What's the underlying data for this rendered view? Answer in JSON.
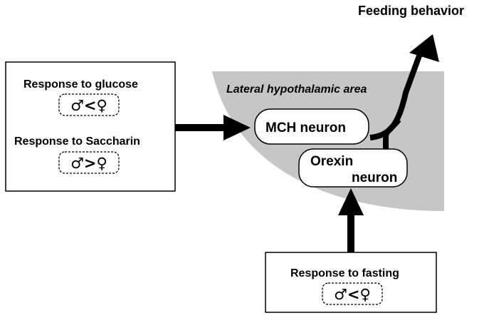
{
  "colors": {
    "region_fill": "#c6c6c6",
    "stroke": "#000000",
    "box_fill": "#ffffff"
  },
  "output": {
    "label": "Feeding behavior"
  },
  "region": {
    "label": "Lateral hypothalamic area"
  },
  "neurons": {
    "mch": "MCH neuron",
    "orexin_line1": "Orexin",
    "orexin_line2": "neuron"
  },
  "left_box": {
    "glucose_title": "Response to glucose",
    "glucose_relation": "♂<♀",
    "saccharin_title": "Response to Saccharin",
    "saccharin_relation": "♂>♀"
  },
  "bottom_box": {
    "fasting_title": "Response to fasting",
    "fasting_relation": "♂<♀"
  }
}
